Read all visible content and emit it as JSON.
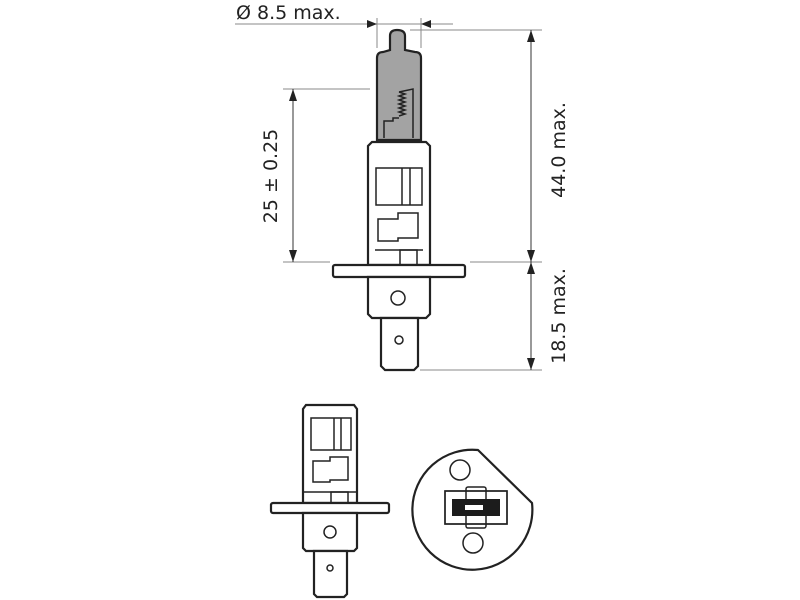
{
  "title": "H1 bulb dimensional drawing",
  "dimensions": {
    "diameter": "Ø 8.5 max.",
    "light_center": "25 ± 0.25",
    "overall_length": "44.0 max.",
    "base_length": "18.5 max."
  },
  "colors": {
    "glass": "#a3a3a3",
    "line": "#222222"
  }
}
